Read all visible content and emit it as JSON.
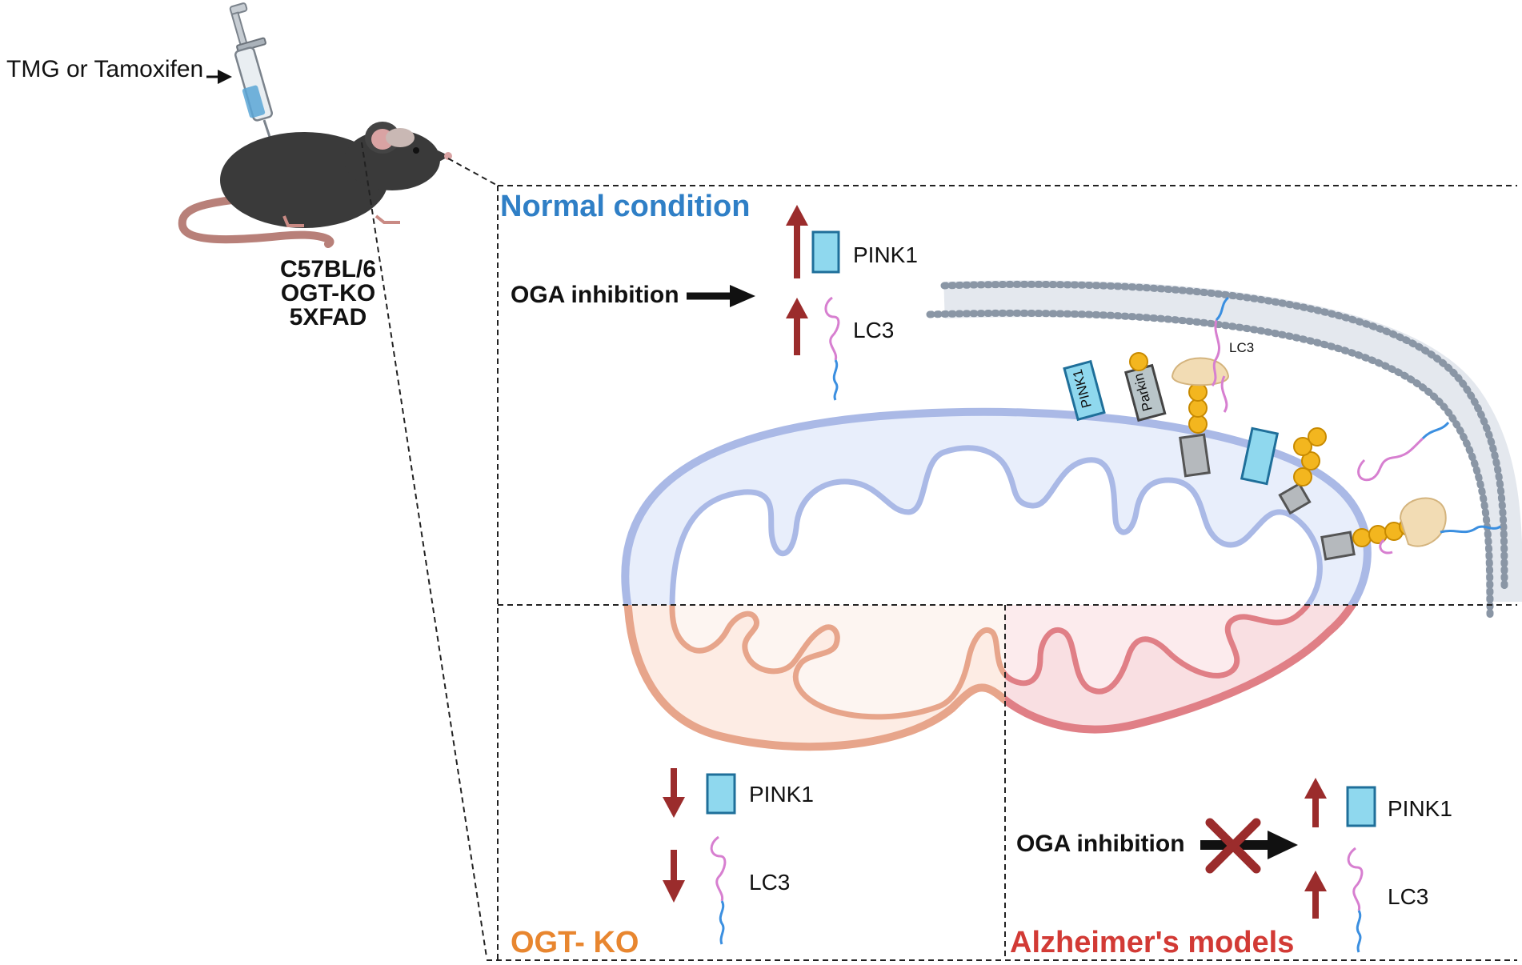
{
  "injection_label": "TMG or Tamoxifen",
  "mouse_models": [
    "C57BL/6",
    "OGT-KO",
    "5XFAD"
  ],
  "panels": {
    "normal": {
      "title": "Normal condition",
      "title_color": "#2f7fc6",
      "treatment": "OGA inhibition",
      "markers": [
        {
          "name": "PINK1",
          "direction": "up"
        },
        {
          "name": "LC3",
          "direction": "up"
        }
      ]
    },
    "ogt_ko": {
      "title": "OGT- KO",
      "title_color": "#e8862f",
      "markers": [
        {
          "name": "PINK1",
          "direction": "down"
        },
        {
          "name": "LC3",
          "direction": "down"
        }
      ]
    },
    "alzheimers": {
      "title": "Alzheimer's models",
      "title_color": "#d23a35",
      "treatment": "OGA inhibition",
      "treatment_blocked": true,
      "markers": [
        {
          "name": "PINK1",
          "direction": "up"
        },
        {
          "name": "LC3",
          "direction": "up"
        }
      ]
    }
  },
  "mito_labels": {
    "pink1": "PINK1",
    "parkin": "Parkin",
    "lc3": "LC3"
  },
  "colors": {
    "arrow_red": "#9b2c2c",
    "pink1_fill": "#8fd8ee",
    "pink1_stroke": "#1f6f9a",
    "ubiquitin": "#f3b61f",
    "membrane_gray": "#8a96a5",
    "mito_blue": "#aab9e6",
    "mito_orange": "#e7a58b",
    "mito_red": "#e07f86",
    "lc3_pink": "#d77fd0",
    "lc3_blue": "#3b8fe0"
  }
}
